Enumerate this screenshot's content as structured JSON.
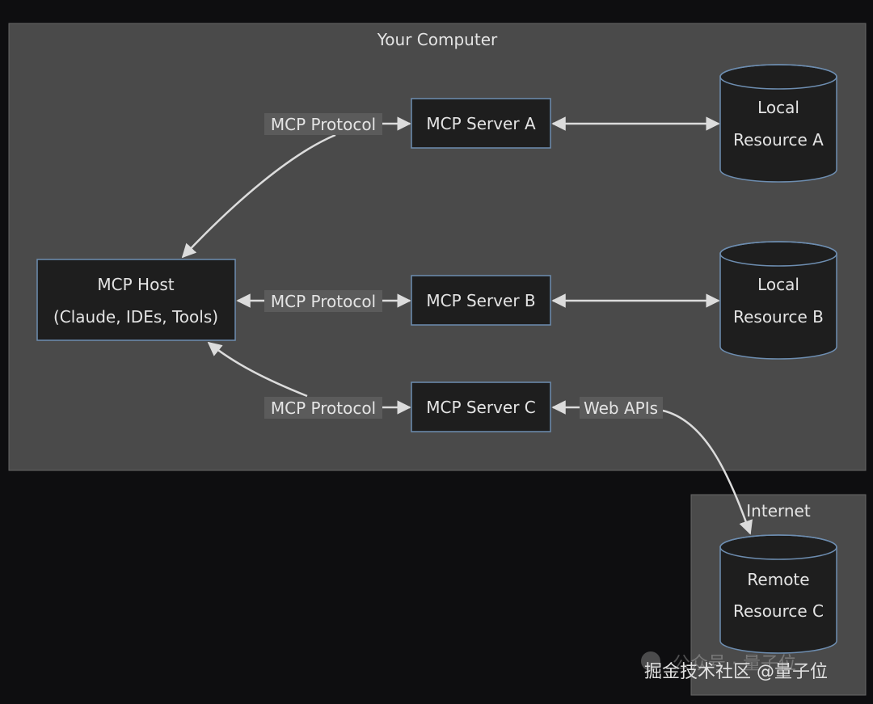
{
  "groups": {
    "computer": "Your Computer",
    "internet": "Internet"
  },
  "nodes": {
    "host": [
      "MCP Host",
      "(Claude, IDEs, Tools)"
    ],
    "server_a": "MCP Server A",
    "server_b": "MCP Server B",
    "server_c": "MCP Server C",
    "resource_a": [
      "Local",
      "Resource A"
    ],
    "resource_b": [
      "Local",
      "Resource B"
    ],
    "resource_c": [
      "Remote",
      "Resource C"
    ]
  },
  "edges": {
    "host_a": "MCP Protocol",
    "host_b": "MCP Protocol",
    "host_c": "MCP Protocol",
    "c_web": "Web APIs"
  },
  "watermark": {
    "faint": "公众号 · 量子位",
    "main": "掘金技术社区 @量子位"
  },
  "colors": {
    "background": "#0e0e10",
    "group_fill": "#4a4a4a",
    "node_fill": "#1e1e1e",
    "node_border": "#6d8db0",
    "edge": "#dcdcdc"
  }
}
